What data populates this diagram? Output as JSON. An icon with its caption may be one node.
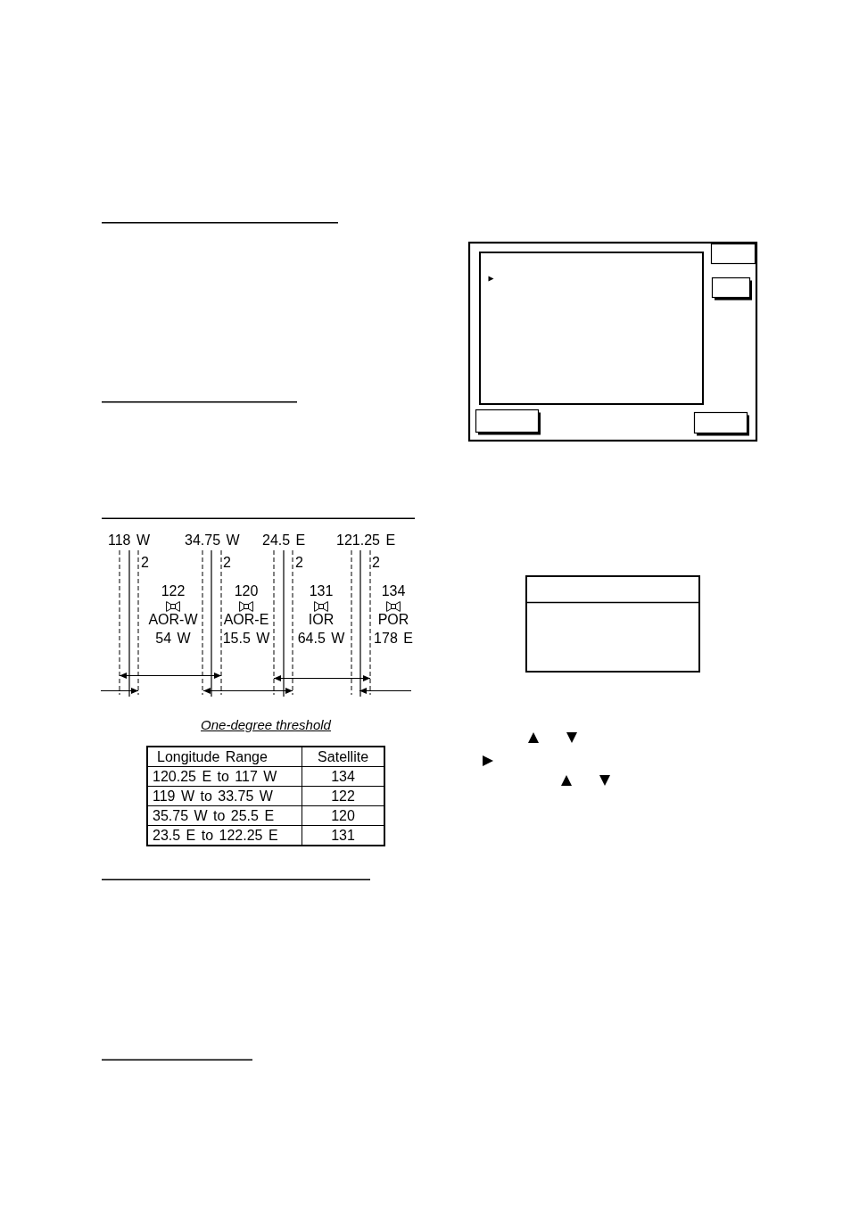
{
  "diagram": {
    "caption": "One-degree threshold",
    "labels": [
      "118 W",
      "34.75 W",
      "24.5 E",
      "121.25 E",
      "2",
      "2",
      "2",
      "2",
      "122",
      "120",
      "131",
      "134",
      "AOR-W",
      "AOR-E",
      "IOR",
      "POR",
      "54 W",
      "15.5 W",
      "64.5 W",
      "178 E",
      "Longitude Range",
      "Satellite",
      "120.25 E to 117 W",
      "134",
      "119 W to 33.75 W",
      "122",
      "35.75 W to 25.5 E",
      "120",
      "23.5 E to 122.25 E",
      "131"
    ]
  }
}
